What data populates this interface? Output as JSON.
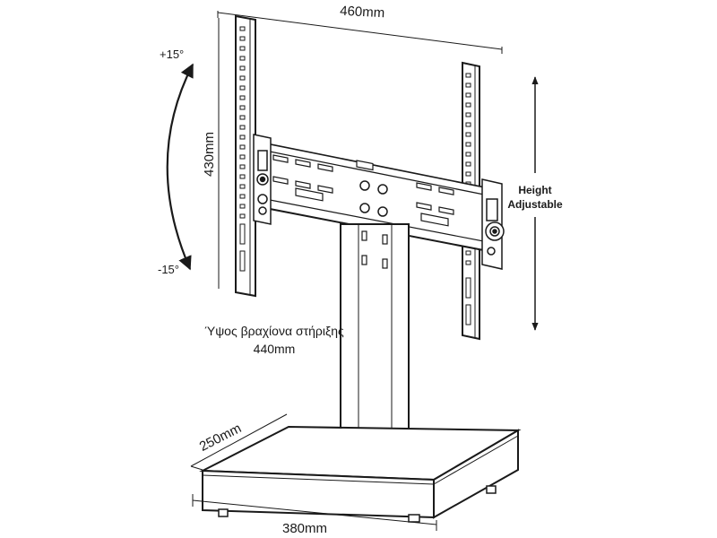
{
  "dimensions": {
    "top_width": "460mm",
    "vesa_height": "430mm",
    "base_depth": "250mm",
    "base_width": "380mm"
  },
  "tilt": {
    "up": "+15°",
    "down": "-15°"
  },
  "height_adjust": {
    "line1": "Height",
    "line2": "Adjustable"
  },
  "bracket_height": {
    "caption": "Ύψος βραχίονα στήριξης",
    "value": "440mm"
  }
}
